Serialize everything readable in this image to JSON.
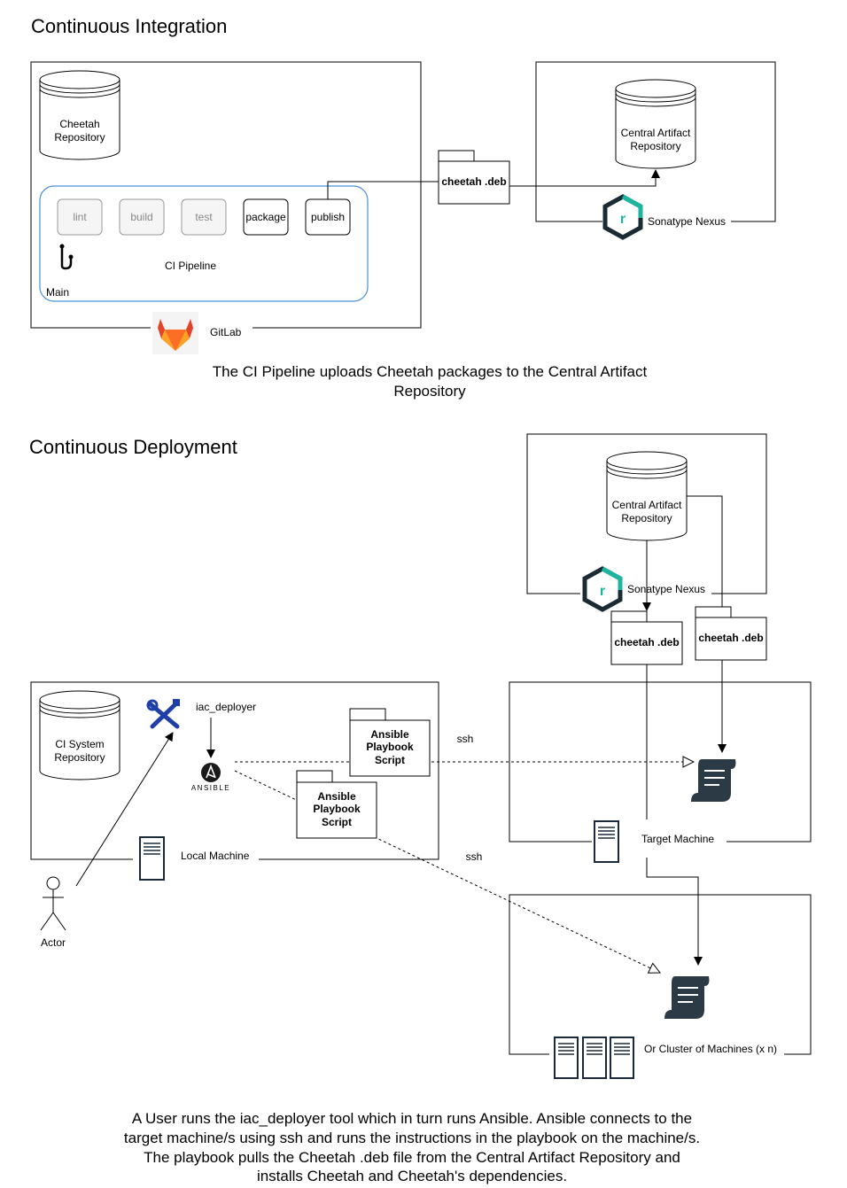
{
  "ci": {
    "title": "Continuous Integration",
    "cheetah_repo": [
      "Cheetah",
      "Repository"
    ],
    "stages": [
      "lint",
      "build",
      "test",
      "package",
      "publish"
    ],
    "pipeline_label": "CI Pipeline",
    "branch_label": "Main",
    "gitlab_label": "GitLab",
    "package_label": "cheetah .deb",
    "central_repo": [
      "Central Artifact",
      "Repository"
    ],
    "nexus_label": "Sonatype Nexus",
    "caption": [
      "The CI Pipeline uploads Cheetah packages to the Central Artifact",
      "Repository"
    ]
  },
  "cd": {
    "title": "Continuous Deployment",
    "central_repo": [
      "Central Artifact",
      "Repository"
    ],
    "nexus_label": "Sonatype Nexus",
    "package_label_1": "cheetah .deb",
    "package_label_2": "cheetah .deb",
    "ci_system_repo": [
      "CI System",
      "Repository"
    ],
    "iac_label": "iac_deployer",
    "ansible_label": "ANSIBLE",
    "playbook_1": [
      "Ansible",
      "Playbook",
      "Script"
    ],
    "playbook_2": [
      "Ansible",
      "Playbook",
      "Script"
    ],
    "ssh_1": "ssh",
    "ssh_2": "ssh",
    "local_label": "Local Machine",
    "target_label": "Target Machine",
    "cluster_label": "Or Cluster of Machines (x n)",
    "actor_label": "Actor",
    "caption": [
      "A User runs the iac_deployer tool which in turn runs Ansible. Ansible connects to the",
      "target machine/s using ssh and runs the instructions in the playbook on the machine/s.",
      "The playbook pulls the Cheetah .deb file from the Central Artifact Repository and",
      "installs Cheetah and Cheetah's dependencies."
    ]
  }
}
